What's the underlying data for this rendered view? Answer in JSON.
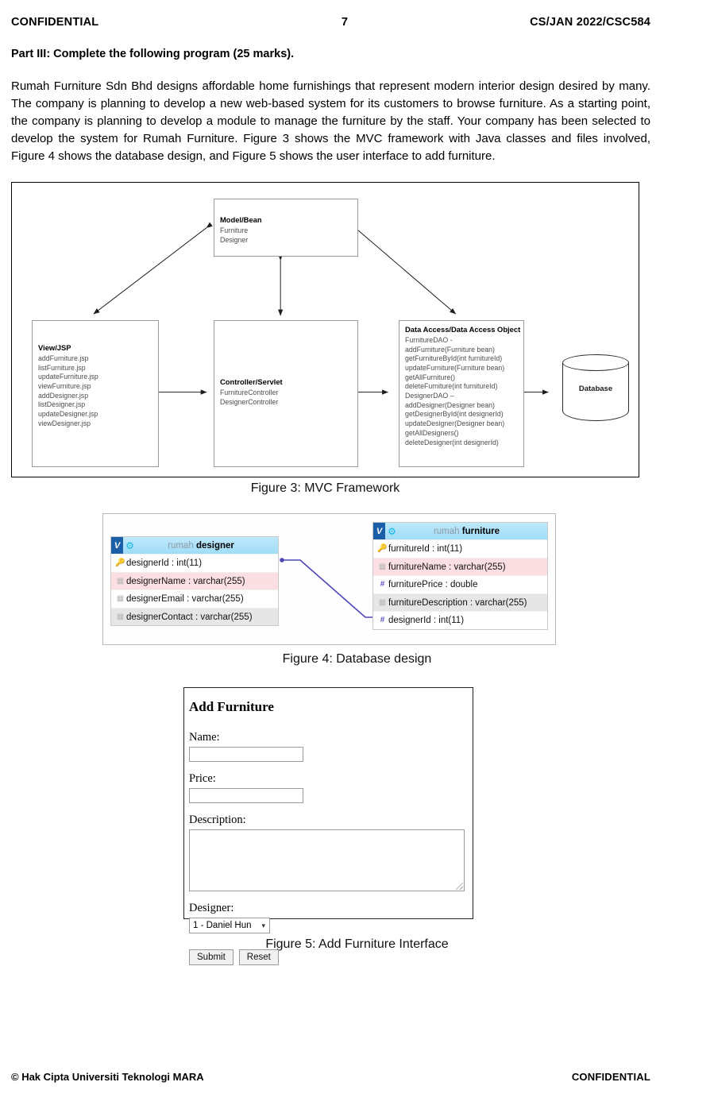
{
  "header": {
    "left": "CONFIDENTIAL",
    "page_number": "7",
    "right": "CS/JAN 2022/CSC584"
  },
  "part": {
    "title": "Part III: Complete the following program (25 marks).",
    "body": "Rumah Furniture Sdn Bhd designs affordable home furnishings that represent modern interior design desired by many. The company is planning to develop a new web-based system for its customers to browse furniture. As a starting point, the company is planning to develop a module to manage the furniture by the staff. Your company has been selected to develop the system for Rumah Furniture. Figure 3 shows the MVC framework with Java classes and files involved, Figure 4 shows the database design, and Figure 5 shows the user interface to add furniture."
  },
  "figure3": {
    "caption": "Figure 3: MVC Framework",
    "model": {
      "title": "Model/Bean",
      "items": "Furniture\nDesigner"
    },
    "view": {
      "title": "View/JSP",
      "items": "addFurniture.jsp\nlistFurniture.jsp\nupdateFurniture.jsp\nviewFurniture.jsp\naddDesigner.jsp\nlistDesigner.jsp\nupdateDesigner.jsp\nviewDesigner.jsp"
    },
    "controller": {
      "title": "Controller/Servlet",
      "items": "FurnitureController\nDesignerController"
    },
    "dao": {
      "title": "Data Access/Data Access Object",
      "items": "FurnitureDAO -\naddFurniture(Furniture  bean)\ngetFurnitureById(int  furnitureId)\nupdateFurniture(Furniture  bean)\ngetAllFurniture()\ndeleteFurniture(int  furnitureId)\nDesignerDAO –\naddDesigner(Designer bean)\ngetDesignerById(int  designerId)\nupdateDesigner(Designer bean)\ngetAllDesigners()\ndeleteDesigner(int  designerId)"
    },
    "database_label": "Database"
  },
  "figure4": {
    "caption": "Figure 4: Database design",
    "schema": "rumah",
    "tables": [
      {
        "name": "designer",
        "badge": "V",
        "columns": [
          {
            "text": "designerId : int(11)",
            "icon": "key-icon",
            "row_style": "white"
          },
          {
            "text": "designerName : varchar(255)",
            "icon": "text-column-icon",
            "row_style": "pink"
          },
          {
            "text": "designerEmail : varchar(255)",
            "icon": "text-column-icon",
            "row_style": "white"
          },
          {
            "text": "designerContact : varchar(255)",
            "icon": "text-column-icon",
            "row_style": "gray"
          }
        ]
      },
      {
        "name": "furniture",
        "badge": "V",
        "columns": [
          {
            "text": "furnitureId : int(11)",
            "icon": "key-icon",
            "row_style": "white"
          },
          {
            "text": "furnitureName : varchar(255)",
            "icon": "text-column-icon",
            "row_style": "pink"
          },
          {
            "text": "furniturePrice : double",
            "icon": "numeric-column-icon",
            "row_style": "white"
          },
          {
            "text": "furnitureDescription : varchar(255)",
            "icon": "text-column-icon",
            "row_style": "gray"
          },
          {
            "text": "designerId : int(11)",
            "icon": "numeric-column-icon",
            "row_style": "white"
          }
        ]
      }
    ],
    "relationship_color": "#4b45b5"
  },
  "figure5": {
    "caption": "Figure 5: Add Furniture Interface",
    "form_title": "Add Furniture",
    "fields": {
      "name_label": "Name:",
      "name_value": "",
      "price_label": "Price:",
      "price_value": "",
      "description_label": "Description:",
      "description_value": "",
      "designer_label": "Designer:",
      "designer_selected": "1 - Daniel Hun"
    },
    "buttons": {
      "submit": "Submit",
      "reset": "Reset"
    }
  },
  "footer": {
    "left": "© Hak Cipta Universiti Teknologi MARA",
    "right": "CONFIDENTIAL"
  }
}
